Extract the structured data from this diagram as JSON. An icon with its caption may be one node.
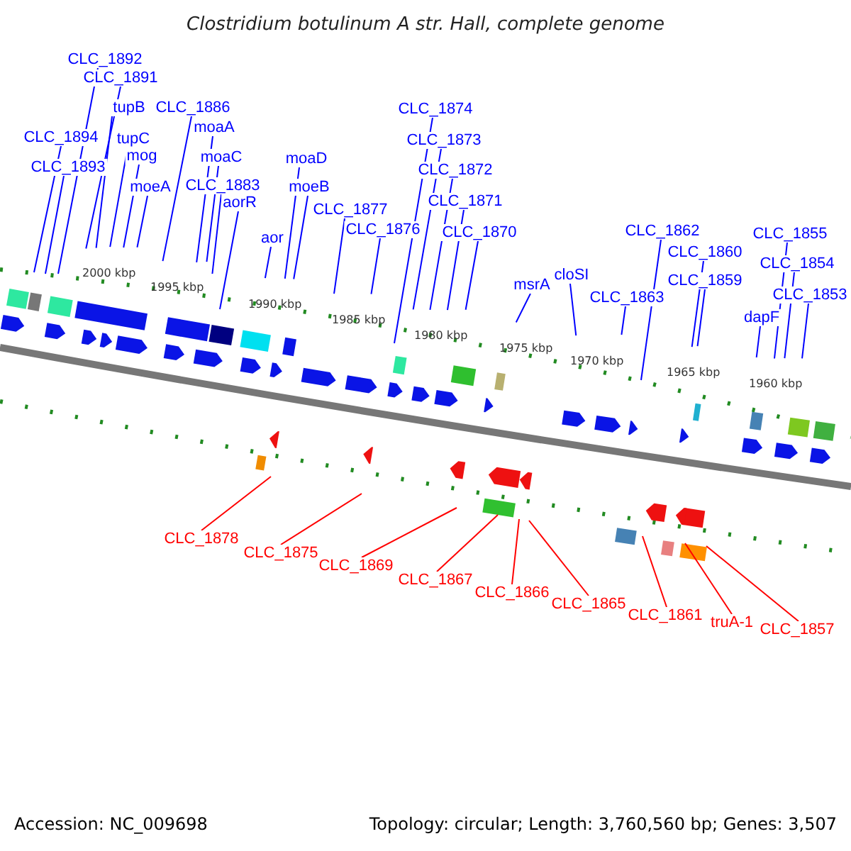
{
  "diagram": {
    "title": "Clostridium botulinum A str. Hall, complete genome",
    "nodes": [
      {
        "text": [
          "CLC_1894"
        ]
      },
      {
        "text": [
          "CLC_1893"
        ]
      },
      {
        "text": [
          "CLC_1892"
        ]
      },
      {
        "text": [
          "CLC_1891"
        ]
      },
      {
        "text": [
          "tupB"
        ]
      },
      {
        "text": [
          "tupC"
        ]
      },
      {
        "text": [
          "mog"
        ]
      },
      {
        "text": [
          "moeA"
        ]
      },
      {
        "text": [
          "CLC_1886"
        ]
      },
      {
        "text": [
          "moaA"
        ]
      },
      {
        "text": [
          "moaC"
        ]
      },
      {
        "text": [
          "CLC_1883"
        ]
      },
      {
        "text": [
          "aorR"
        ]
      },
      {
        "text": [
          "aor"
        ]
      },
      {
        "text": [
          "moaD"
        ]
      },
      {
        "text": [
          "moeB"
        ]
      },
      {
        "text": [
          "CLC_1877"
        ]
      },
      {
        "text": [
          "CLC_1876"
        ]
      },
      {
        "text": [
          "CLC_1874"
        ]
      },
      {
        "text": [
          "CLC_1873"
        ]
      },
      {
        "text": [
          "CLC_1872"
        ]
      },
      {
        "text": [
          "CLC_1871"
        ]
      },
      {
        "text": [
          "CLC_1870"
        ]
      },
      {
        "text": [
          "msrA"
        ]
      },
      {
        "text": [
          "cloSI"
        ]
      },
      {
        "text": [
          "CLC_1863"
        ]
      },
      {
        "text": [
          "CLC_1862"
        ]
      },
      {
        "text": [
          "CLC_1860"
        ]
      },
      {
        "text": [
          "CLC_1859"
        ]
      },
      {
        "text": [
          "dapF"
        ]
      },
      {
        "text": [
          "CLC_1855"
        ]
      },
      {
        "text": [
          "CLC_1854"
        ]
      },
      {
        "text": [
          "CLC_1853"
        ]
      },
      {
        "text": [
          "CLC_1878"
        ]
      },
      {
        "text": [
          "CLC_1875"
        ]
      },
      {
        "text": [
          "CLC_1869"
        ]
      },
      {
        "text": [
          "CLC_1867"
        ]
      },
      {
        "text": [
          "CLC_1866"
        ]
      },
      {
        "text": [
          "CLC_1865"
        ]
      },
      {
        "text": [
          "CLC_1861"
        ]
      },
      {
        "text": [
          "truA-1"
        ]
      },
      {
        "text": [
          "CLC_1857"
        ]
      }
    ],
    "edges": [
      {
        "from": 0,
        "to": null,
        "arrow": "none"
      },
      {
        "from": 1,
        "to": null,
        "arrow": "none"
      },
      {
        "from": 2,
        "to": null,
        "arrow": "none"
      },
      {
        "from": 3,
        "to": null,
        "arrow": "none"
      },
      {
        "from": 4,
        "to": null,
        "arrow": "none"
      },
      {
        "from": 5,
        "to": null,
        "arrow": "none"
      },
      {
        "from": 6,
        "to": null,
        "arrow": "none"
      },
      {
        "from": 7,
        "to": null,
        "arrow": "none"
      },
      {
        "from": 8,
        "to": null,
        "arrow": "none"
      },
      {
        "from": 9,
        "to": null,
        "arrow": "none"
      },
      {
        "from": 10,
        "to": null,
        "arrow": "none"
      },
      {
        "from": 11,
        "to": null,
        "arrow": "none"
      },
      {
        "from": 12,
        "to": null,
        "arrow": "none"
      },
      {
        "from": 13,
        "to": null,
        "arrow": "none"
      },
      {
        "from": 14,
        "to": null,
        "arrow": "none"
      },
      {
        "from": 15,
        "to": null,
        "arrow": "none"
      },
      {
        "from": 16,
        "to": null,
        "arrow": "none"
      },
      {
        "from": 17,
        "to": null,
        "arrow": "none"
      },
      {
        "from": 18,
        "to": null,
        "arrow": "none"
      },
      {
        "from": 19,
        "to": null,
        "arrow": "none"
      },
      {
        "from": 20,
        "to": null,
        "arrow": "none"
      },
      {
        "from": 21,
        "to": null,
        "arrow": "none"
      },
      {
        "from": 22,
        "to": null,
        "arrow": "none"
      },
      {
        "from": 23,
        "to": null,
        "arrow": "none"
      },
      {
        "from": 24,
        "to": null,
        "arrow": "none"
      },
      {
        "from": 25,
        "to": null,
        "arrow": "none"
      },
      {
        "from": 26,
        "to": null,
        "arrow": "none"
      },
      {
        "from": 27,
        "to": null,
        "arrow": "none"
      },
      {
        "from": 28,
        "to": null,
        "arrow": "none"
      },
      {
        "from": 29,
        "to": null,
        "arrow": "none"
      },
      {
        "from": 30,
        "to": null,
        "arrow": "none"
      },
      {
        "from": 31,
        "to": null,
        "arrow": "none"
      },
      {
        "from": 32,
        "to": null,
        "arrow": "none"
      },
      {
        "from": 33,
        "to": null,
        "arrow": "none",
        "color": "#ff0000"
      },
      {
        "from": 34,
        "to": null,
        "arrow": "none",
        "color": "#ff0000"
      },
      {
        "from": 35,
        "to": null,
        "arrow": "none",
        "color": "#ff0000"
      },
      {
        "from": 36,
        "to": null,
        "arrow": "none",
        "color": "#ff0000"
      },
      {
        "from": 37,
        "to": null,
        "arrow": "none",
        "color": "#ff0000"
      },
      {
        "from": 38,
        "to": null,
        "arrow": "none",
        "color": "#ff0000"
      },
      {
        "from": 39,
        "to": null,
        "arrow": "none",
        "color": "#ff0000"
      },
      {
        "from": 40,
        "to": null,
        "arrow": "none",
        "color": "#ff0000"
      },
      {
        "from": 41,
        "to": null,
        "arrow": "none",
        "color": "#ff0000"
      }
    ],
    "labels": [
      "2000 kbp",
      "1995 kbp",
      "1990 kbp",
      "1985 kbp",
      "1980 kbp",
      "1975 kbp",
      "1970 kbp",
      "1965 kbp",
      "1960 kbp",
      "Accession: NC_009698",
      "Topology: circular; Length: 3,760,560 bp; Genes: 3,507"
    ]
  }
}
